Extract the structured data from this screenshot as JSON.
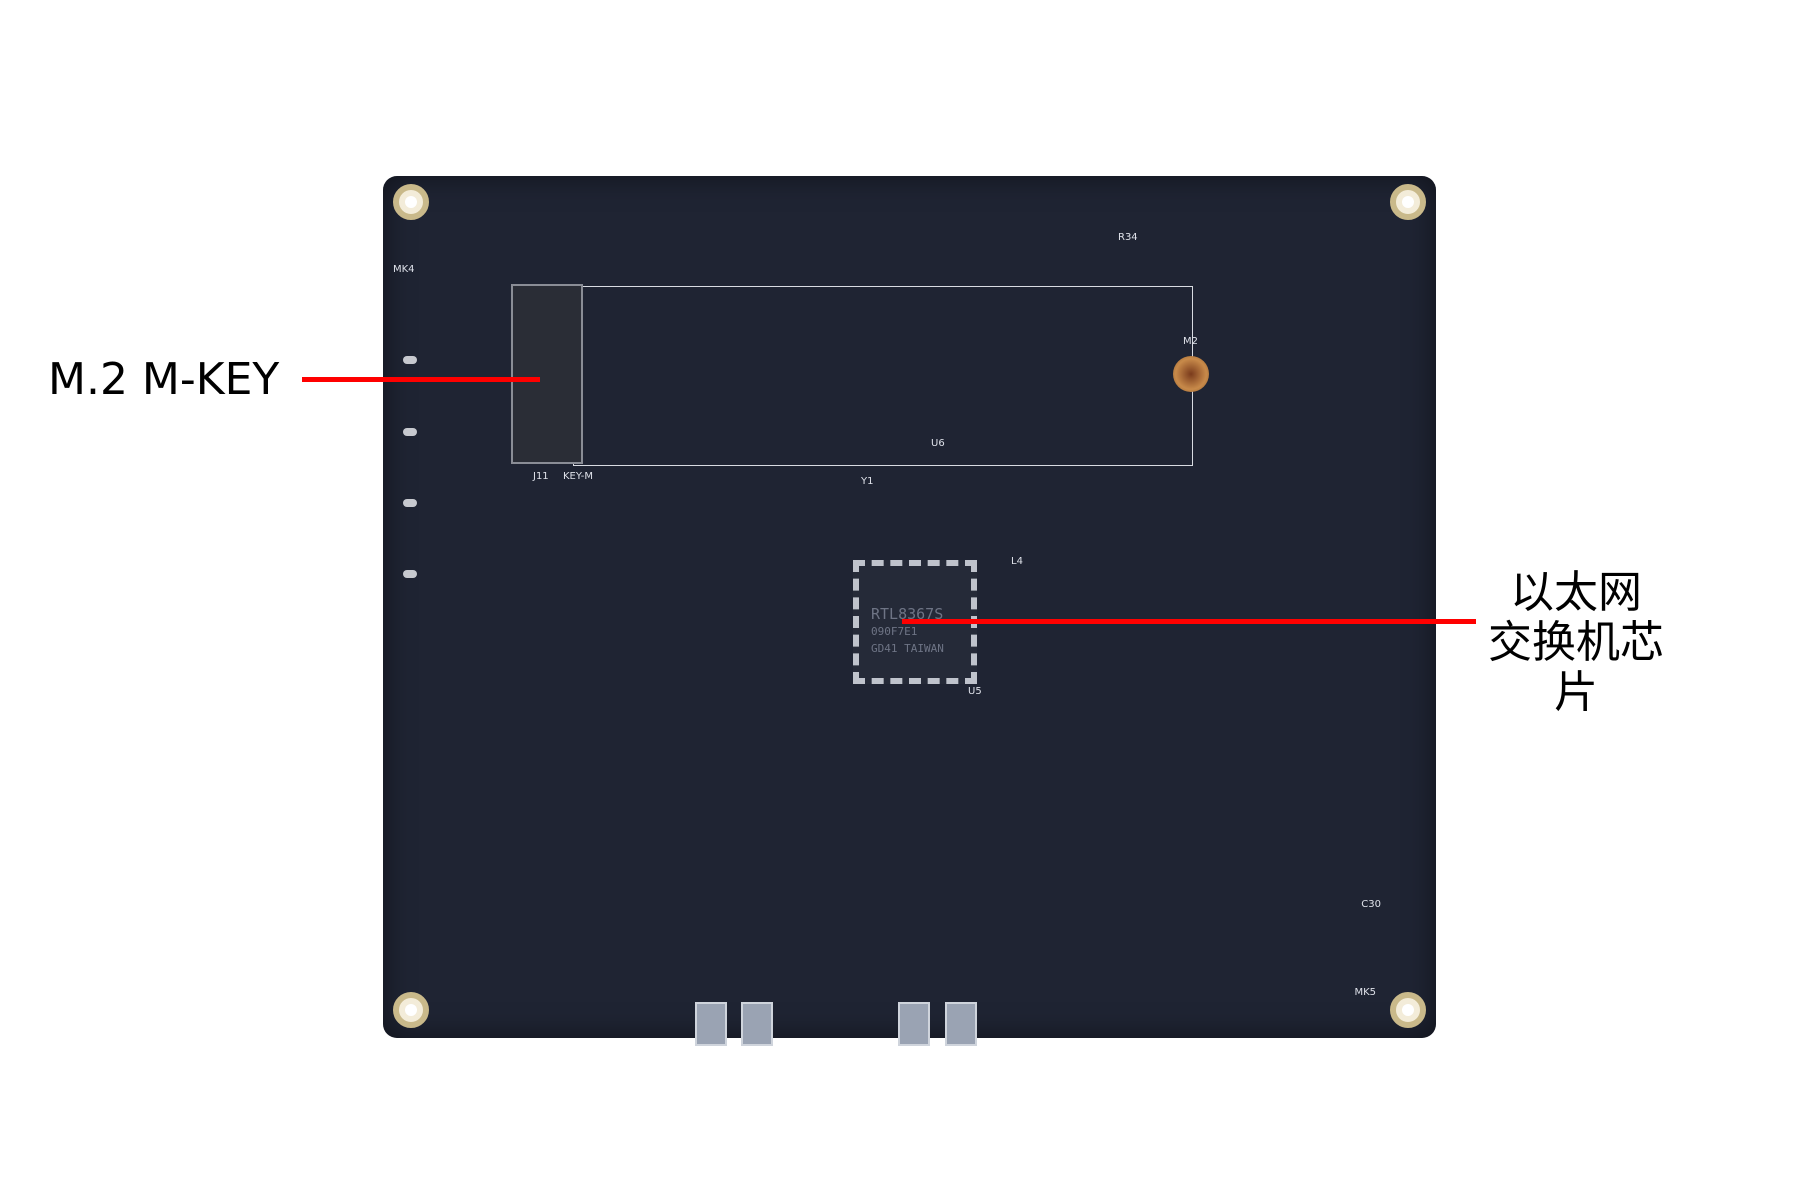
{
  "callouts": {
    "m2": {
      "label": "M.2 M-KEY"
    },
    "ethernet": {
      "line1": "以太网",
      "line2": "交换机芯片"
    }
  },
  "board": {
    "chip_marking": [
      "RTL8367S",
      "090F7E1",
      "GD41 TAIWAN"
    ],
    "silkscreen": [
      "J11",
      "KEY-M",
      "M2",
      "U5",
      "U6",
      "Y1",
      "L4",
      "MK4",
      "MK5",
      "C30",
      "R34"
    ]
  },
  "colors": {
    "callout_line": "#ff0000",
    "board": "#1f2433"
  }
}
